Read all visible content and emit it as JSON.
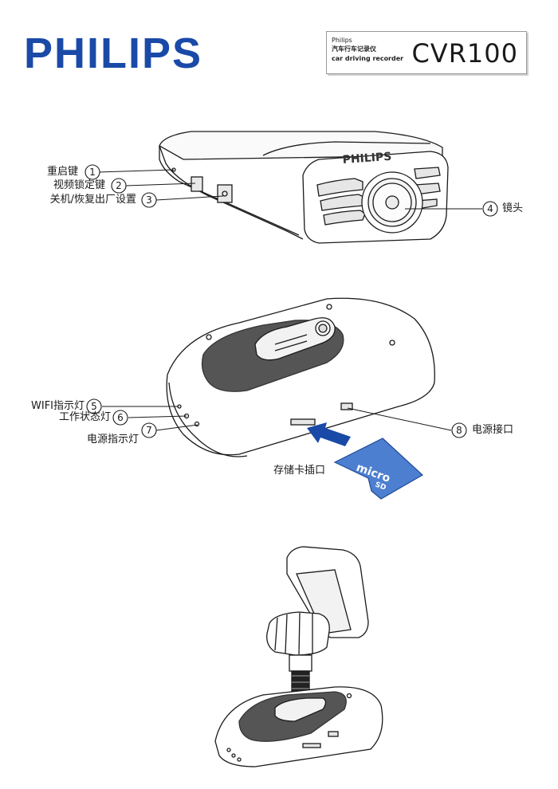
{
  "header": {
    "brand": "PHILIPS",
    "model_line1": "Philips",
    "model_line2": "汽车行车记录仪",
    "model_line3": "car driving recorder",
    "model_name": "CVR100"
  },
  "figure1": {
    "callouts": [
      {
        "num": "1",
        "label": "重启键"
      },
      {
        "num": "2",
        "label": "视频锁定键"
      },
      {
        "num": "3",
        "label": "关机/恢复出厂设置"
      },
      {
        "num": "4",
        "label": "镜头"
      }
    ],
    "device_text": "PHILIPS"
  },
  "figure2": {
    "callouts": [
      {
        "num": "5",
        "label": "WIFI指示灯"
      },
      {
        "num": "6",
        "label": "工作状态灯"
      },
      {
        "num": "7",
        "label": "电源指示灯"
      },
      {
        "num": "8",
        "label": "电源接口"
      }
    ],
    "slot_label": "存储卡插口",
    "card_text": "micro",
    "card_logo": "SD"
  }
}
